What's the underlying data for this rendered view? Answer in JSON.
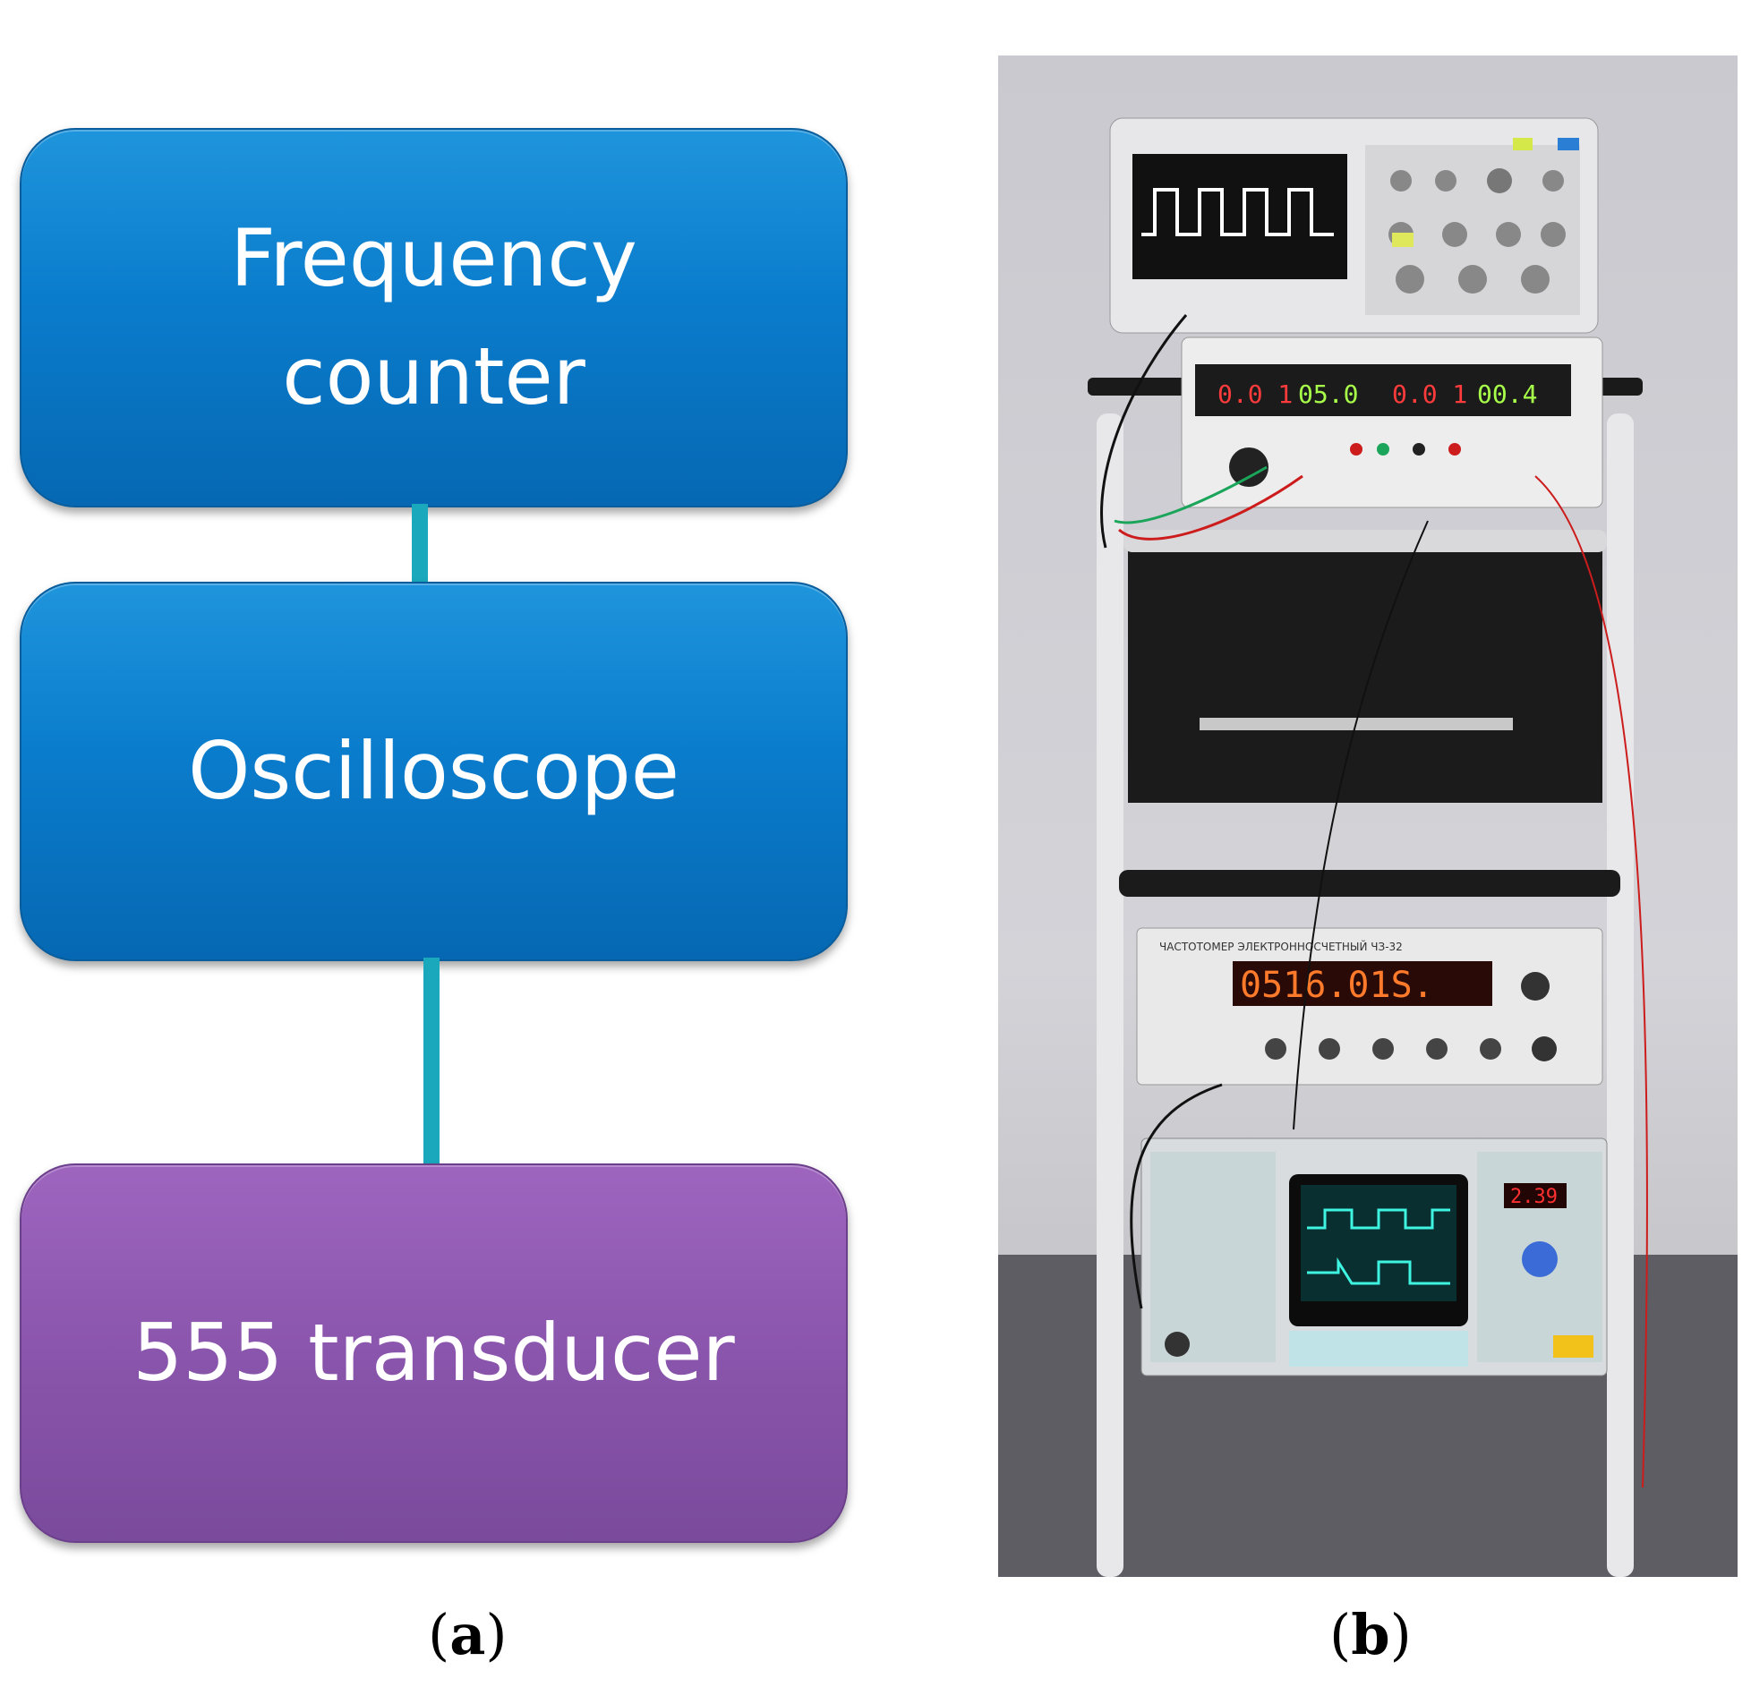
{
  "diagram": {
    "blocks": [
      {
        "label": "Frequency\ncounter",
        "color": "#0a7ccc"
      },
      {
        "label": "Oscilloscope",
        "color": "#0a7ccc"
      },
      {
        "label": "555 transducer",
        "color": "#8a55ac"
      }
    ],
    "connector_color": "#1aa8bd"
  },
  "captions": {
    "a": "a",
    "b": "b"
  },
  "photo": {
    "psu_displays": [
      "0.0 1",
      "05.0",
      "0.0 1",
      "00.4"
    ],
    "counter_title": "ЧАСТОТОМЕР ЭЛЕКТРОННОСЧЕТНЫЙ  ЧЗ-32",
    "counter_readout": "0516.01S.",
    "scope_readout": "2.39"
  }
}
